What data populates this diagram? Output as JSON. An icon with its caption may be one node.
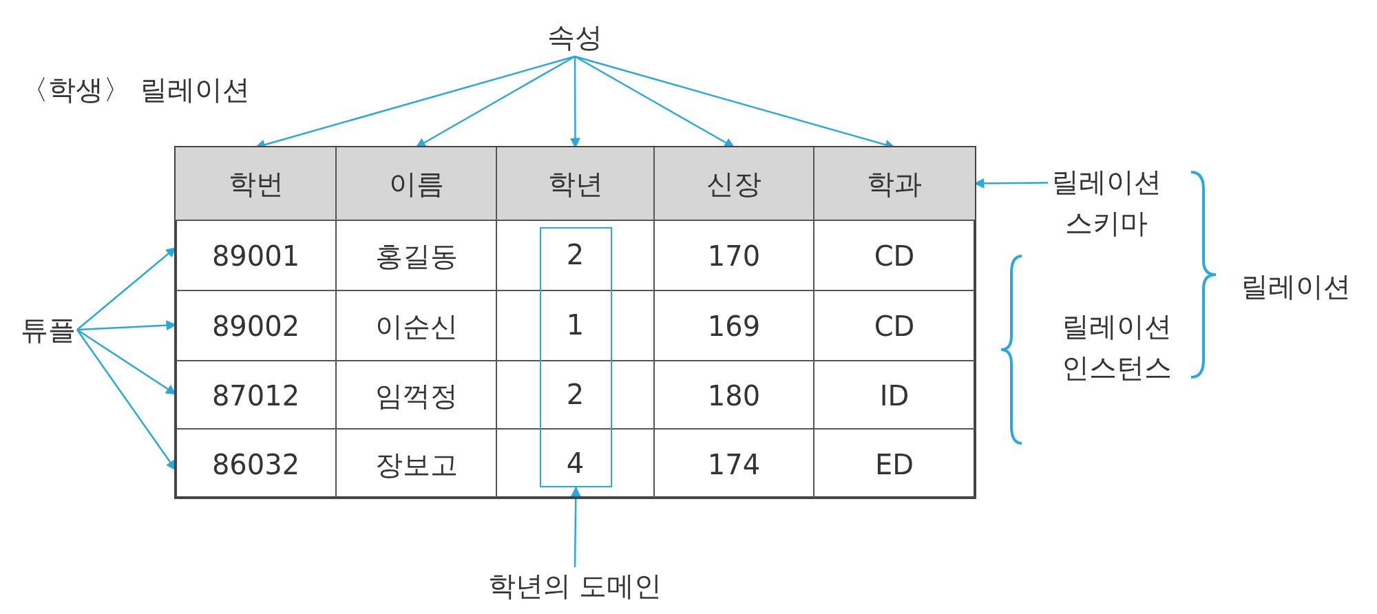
{
  "diagram": {
    "nodes": [
      {
        "text": [
          "속성"
        ]
      },
      {
        "text": [],
        "shape": "box"
      },
      {
        "text": [],
        "shape": "box",
        "in": 1
      },
      {
        "text": [
          "학번"
        ],
        "in": 2
      },
      {
        "text": [
          "이름"
        ],
        "in": 2
      },
      {
        "text": [
          "학년"
        ],
        "in": 2
      },
      {
        "text": [
          "신장"
        ],
        "in": 2
      },
      {
        "text": [
          "학과"
        ],
        "in": 2
      },
      {
        "text": [],
        "shape": "box",
        "in": 1
      },
      {
        "text": [
          "89001"
        ],
        "in": 8
      },
      {
        "text": [
          "홍길동"
        ],
        "in": 8
      },
      {
        "text": [
          "2"
        ]
      },
      {
        "text": [
          "170"
        ],
        "in": 8
      },
      {
        "text": [
          "CD"
        ],
        "in": 8
      },
      {
        "text": [],
        "shape": "box",
        "in": 1
      },
      {
        "text": [
          "89002"
        ],
        "in": 14
      },
      {
        "text": [
          "이순신"
        ],
        "in": 14
      },
      {
        "text": [
          "1"
        ]
      },
      {
        "text": [
          "169"
        ],
        "in": 14
      },
      {
        "text": [
          "CD"
        ],
        "in": 14
      },
      {
        "text": [],
        "shape": "box",
        "in": 1
      },
      {
        "text": [
          "87012"
        ],
        "in": 20
      },
      {
        "text": [
          "임꺽정"
        ],
        "in": 20
      },
      {
        "text": [
          "2"
        ]
      },
      {
        "text": [
          "180"
        ],
        "in": 20
      },
      {
        "text": [
          "ID"
        ],
        "in": 20
      },
      {
        "text": [],
        "shape": "box",
        "in": 1
      },
      {
        "text": [
          "86032"
        ],
        "in": 26
      },
      {
        "text": [
          "장보고"
        ],
        "in": 26
      },
      {
        "text": [
          "4"
        ]
      },
      {
        "text": [
          "174"
        ],
        "in": 26
      },
      {
        "text": [
          "ED"
        ],
        "in": 26
      },
      {
        "text": [],
        "shape": "box",
        "in": 1
      },
      {
        "text": [
          "튜플"
        ]
      },
      {
        "text": [
          "릴레이션 스키마"
        ]
      },
      {
        "text": [
          "학년의 도메인"
        ]
      }
    ],
    "edges": [
      {
        "from": 0,
        "to": 3,
        "arrow": "to"
      },
      {
        "from": 0,
        "to": 4,
        "arrow": "to"
      },
      {
        "from": 0,
        "to": 5,
        "arrow": "to"
      },
      {
        "from": 0,
        "to": 6,
        "arrow": "to"
      },
      {
        "from": 0,
        "to": 7,
        "arrow": "to"
      },
      {
        "from": 33,
        "to": 8,
        "arrow": "to"
      },
      {
        "from": 33,
        "to": 14,
        "arrow": "to"
      },
      {
        "from": 33,
        "to": 20,
        "arrow": "to"
      },
      {
        "from": 33,
        "to": 26,
        "arrow": "to"
      },
      {
        "from": 34,
        "to": 2,
        "arrow": "to"
      },
      {
        "from": 35,
        "to": 32,
        "arrow": "to"
      }
    ],
    "labels": [
      "〈학생〉 릴레이션",
      "릴레이션 인스턴스",
      "릴레이션"
    ]
  }
}
